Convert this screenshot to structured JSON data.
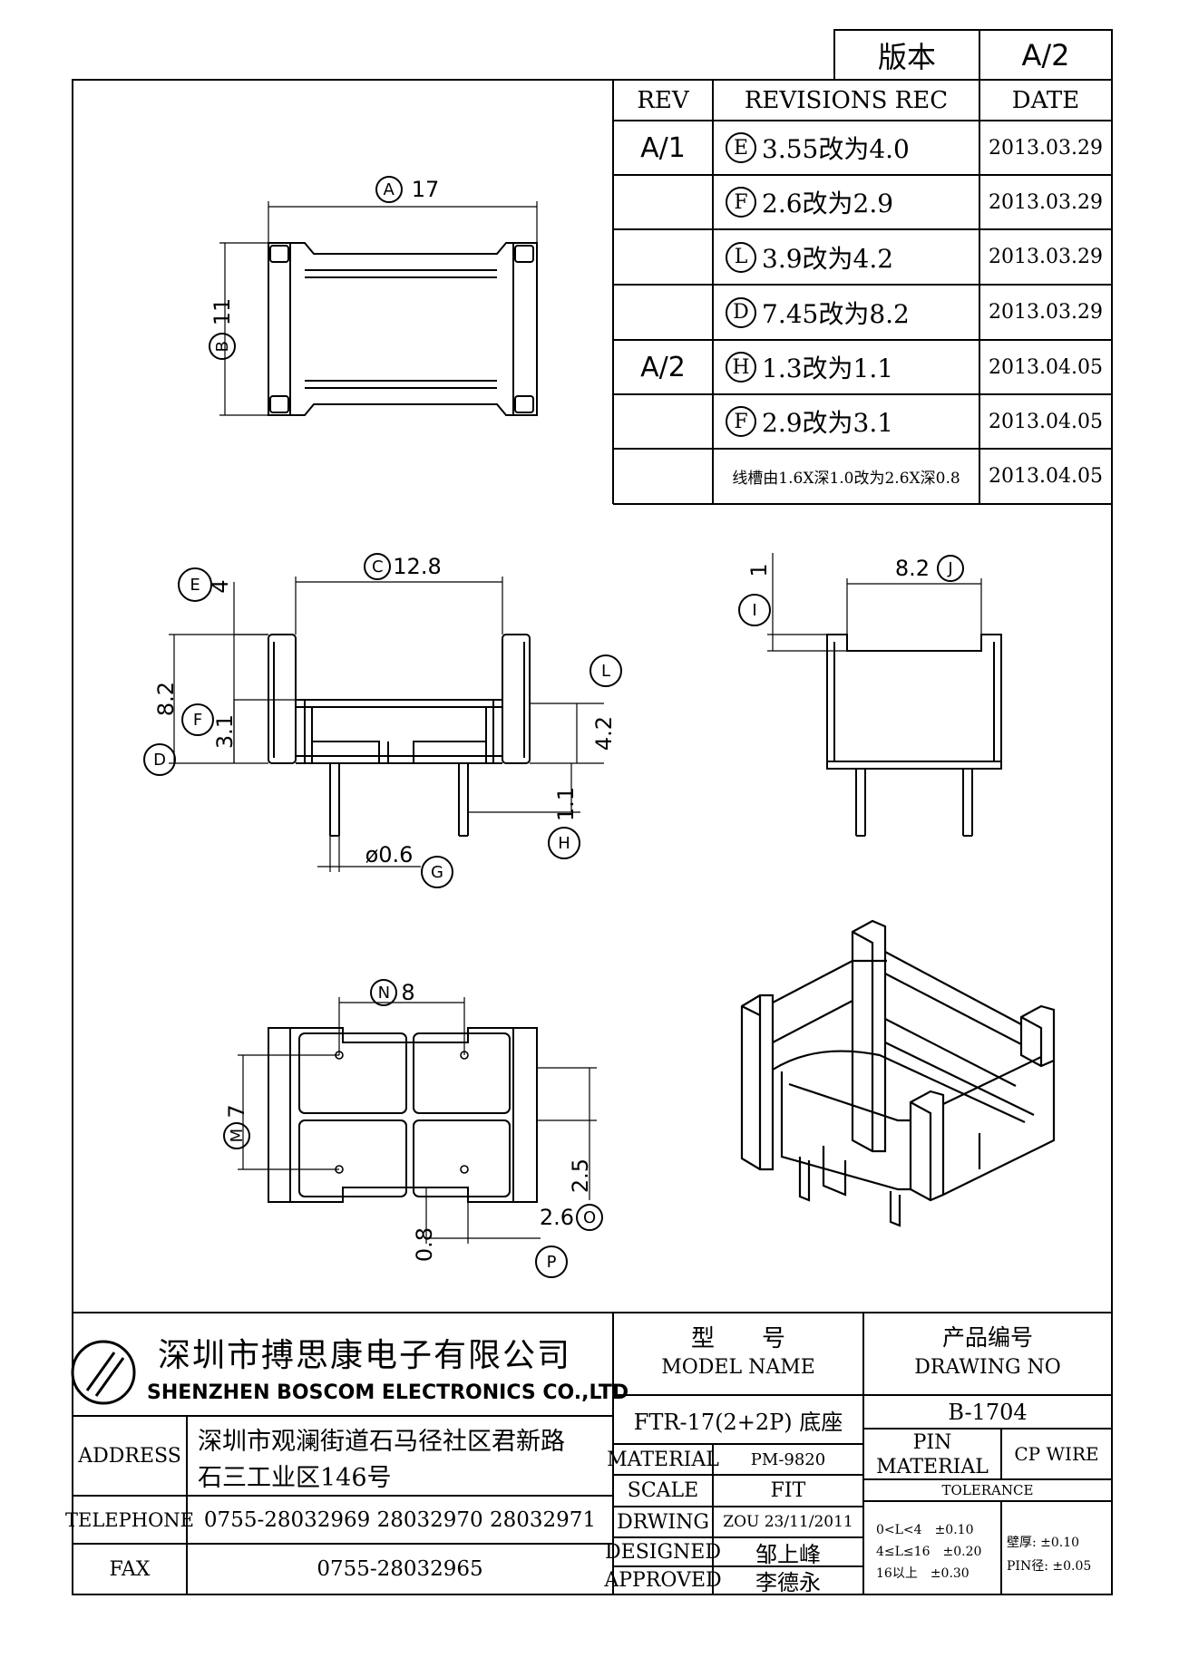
{
  "version_box": {
    "label": "版本",
    "value": "A/2"
  },
  "revisions": {
    "headers": {
      "rev": "REV",
      "rec": "REVISIONS REC",
      "date": "DATE"
    },
    "rows": [
      {
        "rev": "A/1",
        "marker": "E",
        "text": "3.55改为4.0",
        "date": "2013.03.29"
      },
      {
        "rev": "",
        "marker": "F",
        "text": "2.6改为2.9",
        "date": "2013.03.29"
      },
      {
        "rev": "",
        "marker": "L",
        "text": "3.9改为4.2",
        "date": "2013.03.29"
      },
      {
        "rev": "",
        "marker": "D",
        "text": "7.45改为8.2",
        "date": "2013.03.29"
      },
      {
        "rev": "A/2",
        "marker": "H",
        "text": "1.3改为1.1",
        "date": "2013.04.05"
      },
      {
        "rev": "",
        "marker": "F",
        "text": "2.9改为3.1",
        "date": "2013.04.05"
      },
      {
        "rev": "",
        "marker": "",
        "text": "线槽由1.6X深1.0改为2.6X深0.8",
        "date": "2013.04.05"
      }
    ]
  },
  "dimensions": {
    "A": {
      "label": "A",
      "value": "17"
    },
    "B": {
      "label": "B",
      "value": "11"
    },
    "C": {
      "label": "C",
      "value": "12.8"
    },
    "E": {
      "label": "E",
      "value": "4"
    },
    "F": {
      "label": "F",
      "value": "3.1"
    },
    "D": {
      "label": "D",
      "value": "8.2"
    },
    "L": {
      "label": "L",
      "value": "4.2"
    },
    "H": {
      "label": "H",
      "value": "1.1"
    },
    "G": {
      "label": "G",
      "value": "ø0.6"
    },
    "I": {
      "label": "I",
      "value": "1"
    },
    "J": {
      "label": "J",
      "value": "8.2"
    },
    "N": {
      "label": "N",
      "value": "8"
    },
    "M": {
      "label": "M",
      "value": "7"
    },
    "O": {
      "label": "O",
      "value": "2.6",
      "value2": "2.5"
    },
    "P": {
      "label": "P",
      "value": "0.8"
    }
  },
  "title_block": {
    "company_cn": "深圳市搏思康电子有限公司",
    "company_en": "SHENZHEN BOSCOM ELECTRONICS CO.,LTD",
    "address_label": "ADDRESS",
    "address_line1": "深圳市观澜街道石马径社区君新路",
    "address_line2": "石三工业区146号",
    "telephone_label": "TELEPHONE",
    "telephone": "0755-28032969 28032970 28032971",
    "fax_label": "FAX",
    "fax": "0755-28032965",
    "model_label_cn": "型　　号",
    "model_label_en": "MODEL NAME",
    "model_value": "FTR-17(2+2P) 底座",
    "drawing_label_cn": "产品编号",
    "drawing_label_en": "DRAWING NO",
    "drawing_value": "B-1704",
    "material_label": "MATERIAL",
    "material_value": "PM-9820",
    "scale_label": "SCALE",
    "scale_value": "FIT",
    "drwing_label": "DRWING",
    "drwing_value": "ZOU 23/11/2011",
    "designed_label": "DESIGNED",
    "designed_value": "邹上峰",
    "approved_label": "APPROVED",
    "approved_value": "李德永",
    "pin_material_label_1": "PIN",
    "pin_material_label_2": "MATERIAL",
    "pin_material_value": "CP WIRE",
    "tolerance_label": "TOLERANCE",
    "tol_1": "0<L<4　±0.10",
    "tol_2": "4≤L≤16　±0.20",
    "tol_3": "16以上　±0.30",
    "wall_label": "壁厚: ±0.10",
    "pin_dia_label": "PIN径: ±0.05"
  }
}
